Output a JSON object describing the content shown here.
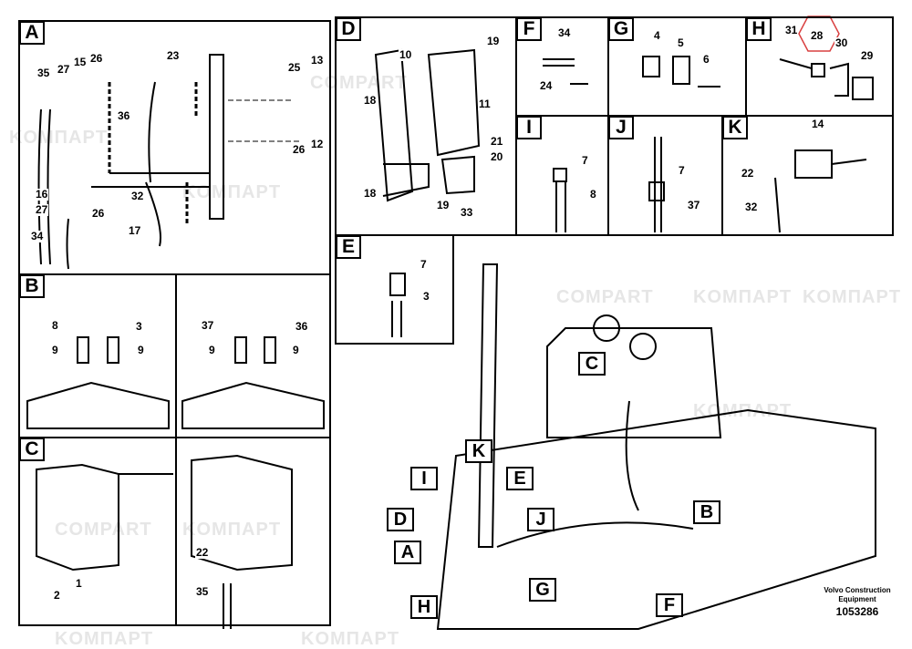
{
  "watermark": {
    "latin": "COMPART",
    "cyrillic": "KOMПAPT"
  },
  "panels": {
    "A": {
      "letter": "A",
      "callouts": [
        "35",
        "27",
        "15",
        "26",
        "23",
        "25",
        "13",
        "36",
        "26",
        "12",
        "16",
        "27",
        "26",
        "32",
        "34",
        "17"
      ]
    },
    "D": {
      "letter": "D",
      "callouts": [
        "19",
        "10",
        "11",
        "18",
        "21",
        "20",
        "18",
        "19",
        "33"
      ]
    },
    "F": {
      "letter": "F",
      "callouts": [
        "34",
        "24"
      ]
    },
    "G": {
      "letter": "G",
      "callouts": [
        "4",
        "5",
        "6"
      ]
    },
    "H": {
      "letter": "H",
      "callouts": [
        "31",
        "28",
        "30",
        "29"
      ]
    },
    "I": {
      "letter": "I",
      "callouts": [
        "7",
        "8"
      ]
    },
    "J": {
      "letter": "J",
      "callouts": [
        "7",
        "37"
      ]
    },
    "K": {
      "letter": "K",
      "callouts": [
        "14",
        "22",
        "32"
      ]
    },
    "E": {
      "letter": "E",
      "callouts": [
        "7",
        "3"
      ]
    },
    "B1": {
      "letter": "B",
      "callouts": [
        "8",
        "3",
        "9",
        "9"
      ]
    },
    "B2": {
      "callouts": [
        "37",
        "36",
        "9",
        "9"
      ]
    },
    "C1": {
      "letter": "C",
      "callouts": [
        "2",
        "1"
      ]
    },
    "C2": {
      "callouts": [
        "22",
        "35"
      ]
    }
  },
  "main_labels": [
    "C",
    "K",
    "I",
    "E",
    "D",
    "J",
    "A",
    "G",
    "H",
    "F",
    "B"
  ],
  "footer": {
    "maker": "Volvo Construction Equipment",
    "drawing_number": "1053286"
  },
  "highlight_color": "#d94040"
}
